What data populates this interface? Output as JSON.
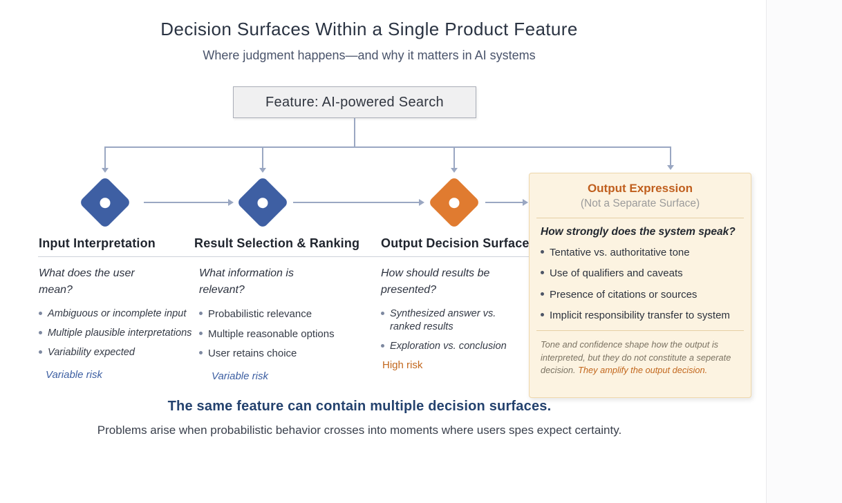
{
  "title": "Decision Surfaces Within a Single Product Feature",
  "subtitle": "Where judgment happens—and why it matters in AI systems",
  "feature_box": {
    "label": "Feature: AI-powered Search"
  },
  "colors": {
    "diamond_blue": "#3e5fa3",
    "diamond_orange": "#e07b30",
    "connector": "#9aa7c2",
    "variable_risk": "#3d5fa2",
    "high_risk": "#c2671d",
    "panel_background": "#fcf3e1",
    "panel_title": "#c05f1e",
    "footer_headline": "#24426e"
  },
  "columns": [
    {
      "title": "Input Interpretation",
      "question": "What does the user mean?",
      "bullets": [
        "Ambiguous or incomplete input",
        "Multiple plausible interpretations",
        "Variability expected"
      ],
      "risk": "Variable risk"
    },
    {
      "title": "Result Selection & Ranking",
      "question": "What information is relevant?",
      "bullets": [
        "Probabilistic relevance",
        "Multiple reasonable options",
        "User retains choice"
      ],
      "risk": "Variable risk"
    },
    {
      "title": "Output Decision Surface",
      "question": "How should results be presented?",
      "bullets": [
        "Synthesized answer vs. ranked results",
        "Exploration vs. conclusion"
      ],
      "risk": "High risk"
    }
  ],
  "panel": {
    "title": "Output Expression",
    "subtitle": "(Not a Separate Surface)",
    "question": "How strongly does the system speak?",
    "bullets": [
      "Tentative vs. authoritative tone",
      "Use of qualifiers and caveats",
      "Presence of citations or sources",
      "Implicit responsibility transfer to system"
    ],
    "footnote": "Tone and confidence shape how the output is interpreted, but they do not constitute a seperate decision.",
    "footnote_emphasis": "They amplify the output decision."
  },
  "footer": {
    "headline": "The same feature can contain multiple decision surfaces.",
    "subtext": "Problems arise when probabilistic behavior crosses into moments where users spes expect certainty."
  }
}
